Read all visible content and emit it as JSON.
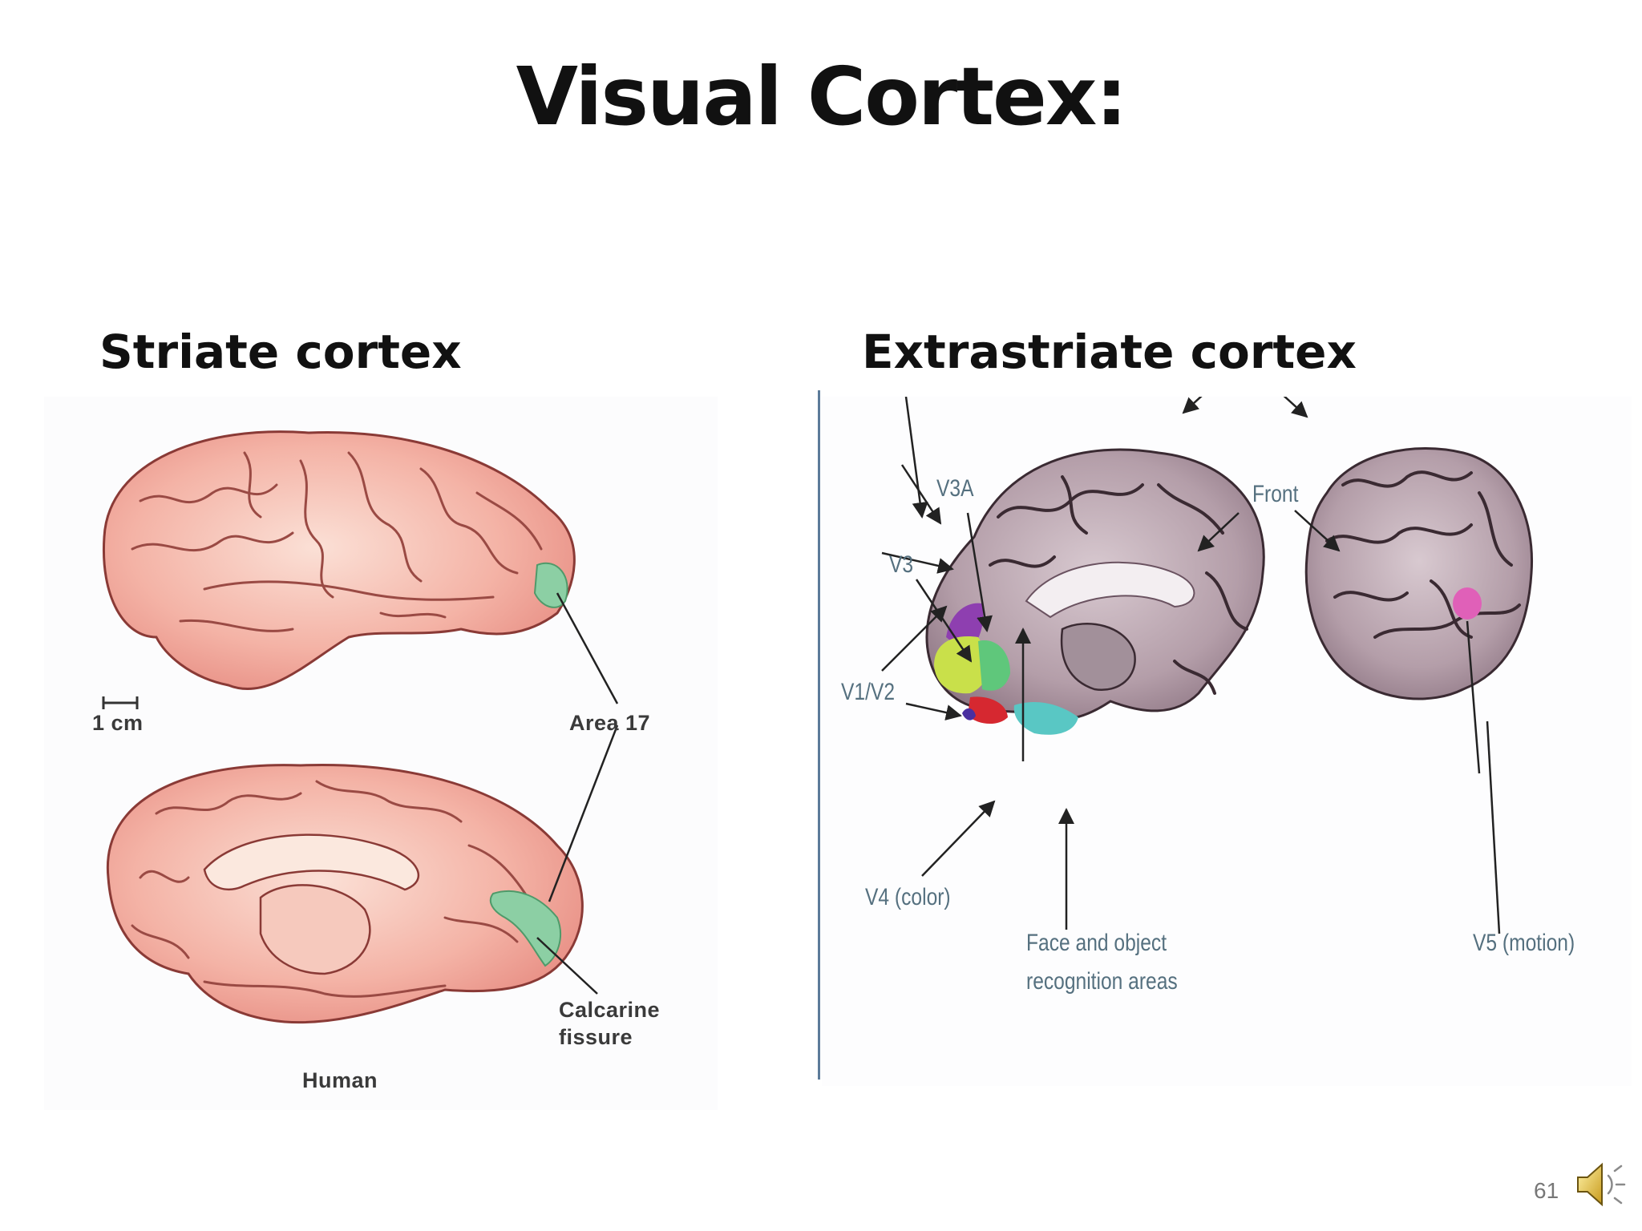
{
  "slide": {
    "title": "Visual Cortex:",
    "page_number": "61"
  },
  "left_panel": {
    "heading": "Striate cortex",
    "labels": {
      "scale": "1 cm",
      "area": "Area 17",
      "fissure_line1": "Calcarine",
      "fissure_line2": "fissure",
      "species": "Human"
    },
    "colors": {
      "brain": "#f0a8a0",
      "brain_outline": "#7a2a2a",
      "visual_area": "#7fc79a"
    }
  },
  "right_panel": {
    "heading": "Extrastriate cortex",
    "labels": {
      "v3a": "V3A",
      "v3": "V3",
      "v1v2": "V1/V2",
      "v4": "V4 (color)",
      "face1": "Face and object",
      "face2": "recognition areas",
      "front": "Front",
      "v5": "V5 (motion)"
    },
    "colors": {
      "brain": "#b8a4ae",
      "v3a": "#8e3fb0",
      "v1v2": "#c9e04a",
      "v3": "#5fc77b",
      "v4": "#d62830",
      "face_object": "#59c7c4",
      "v5": "#e060b8"
    }
  },
  "icons": {
    "speaker": "speaker-icon"
  }
}
